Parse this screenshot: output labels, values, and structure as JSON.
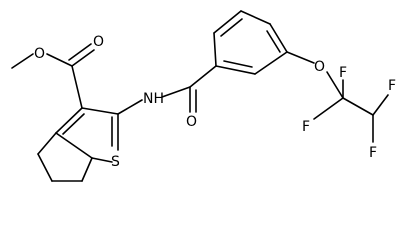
{
  "atom_labels": {
    "carbonyl_o_ester": "O",
    "ether_o_ester": "O",
    "nitrogen": "NH",
    "sulfur": "S",
    "carbonyl_o_amide": "O",
    "ether_o_aryl": "O",
    "fluorine_1": "F",
    "fluorine_2": "F",
    "fluorine_3": "F",
    "fluorine_4": "F"
  }
}
